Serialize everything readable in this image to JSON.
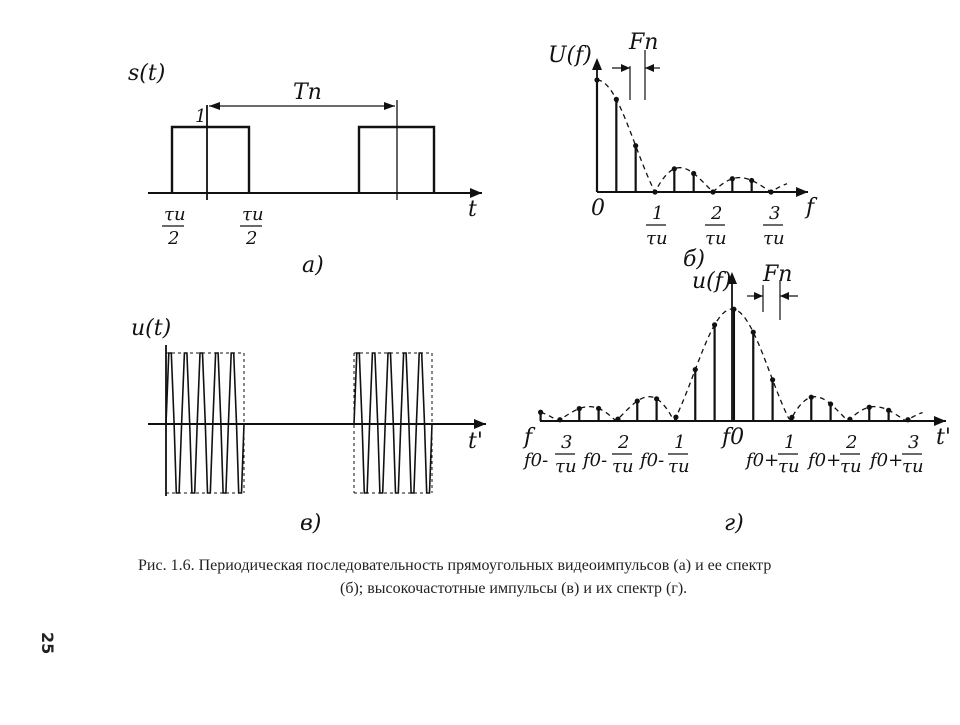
{
  "page_number": "25",
  "caption": {
    "line1": "Рис. 1.6. Периодическая последовательность прямоугольных видеоимпульсов (а) и ее спектр",
    "line2": "(б); высокочастотные импульсы (в) и их спектр (г)."
  },
  "panel_a": {
    "y_label": "s(t)",
    "period_label": "Tп",
    "level_label": "1",
    "x_label": "t",
    "tick_left_num": "τи",
    "tick_left_den": "2",
    "tick_right_num": "τи",
    "tick_right_den": "2",
    "panel_label": "а)"
  },
  "panel_b": {
    "y_label": "U(f)",
    "spacing_label": "Fп",
    "x_label": "f",
    "origin_label": "0",
    "tick_labels": [
      {
        "num": "1",
        "den": "τи"
      },
      {
        "num": "2",
        "den": "τи"
      },
      {
        "num": "3",
        "den": "τи"
      }
    ],
    "panel_label": "б)"
  },
  "panel_c": {
    "y_label": "u(t)",
    "x_label": "t'",
    "panel_label": "в)"
  },
  "panel_d": {
    "y_label": "u(f)",
    "spacing_label": "Fп",
    "x_label": "t'",
    "f_label": "f",
    "center_label": "f0",
    "tick_labels": [
      {
        "prefix": "f0-",
        "num": "3",
        "den": "τи"
      },
      {
        "prefix": "f0-",
        "num": "2",
        "den": "τи"
      },
      {
        "prefix": "f0-",
        "num": "1",
        "den": "τи"
      },
      {
        "prefix": "f0+",
        "num": "1",
        "den": "τи"
      },
      {
        "prefix": "f0+",
        "num": "2",
        "den": "τи"
      },
      {
        "prefix": "f0+",
        "num": "3",
        "den": "τи"
      }
    ],
    "panel_label": "г)"
  },
  "spectrum_b": {
    "zero_spacing": 1,
    "lines_per_zero": 3,
    "amplitudes_abs_sinc": true
  }
}
